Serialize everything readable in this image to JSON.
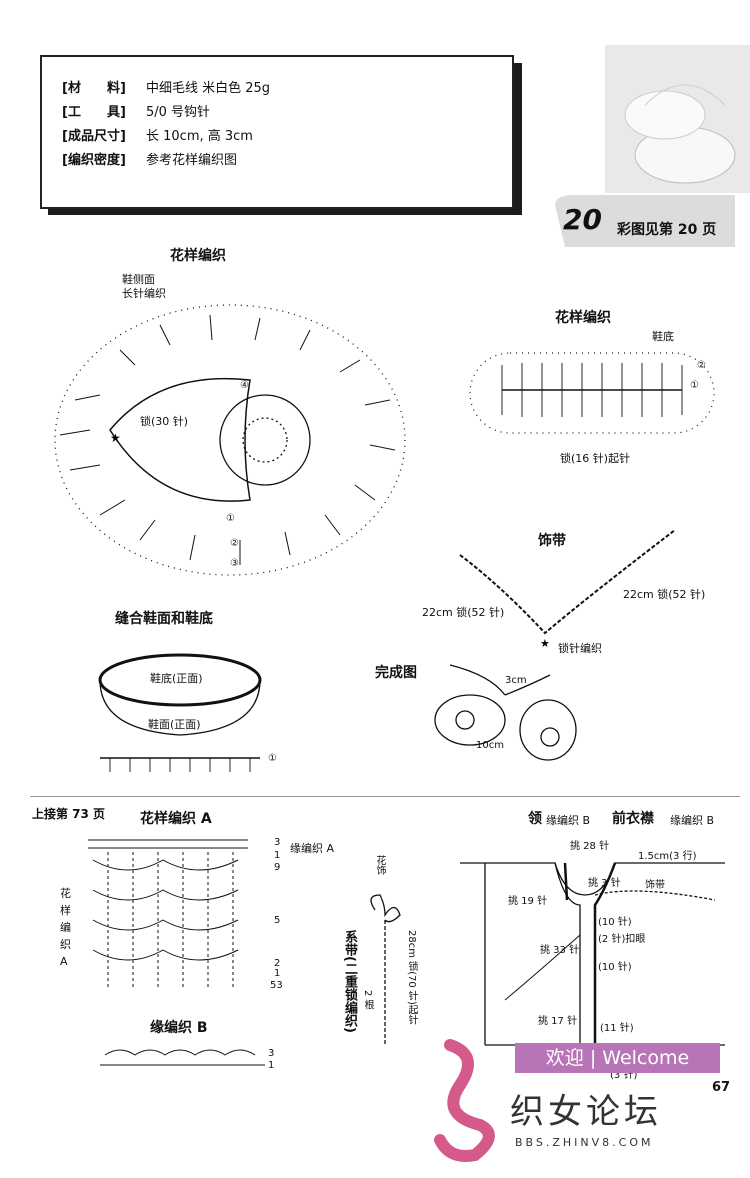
{
  "specs": [
    {
      "key": "[材　　料]",
      "value": "中细毛线  米白色 25g"
    },
    {
      "key": "[工　　具]",
      "value": "5/0 号钩针"
    },
    {
      "key": "[成品尺寸]",
      "value": "长 10cm, 高 3cm"
    },
    {
      "key": "[编织密度]",
      "value": "参考花样编织图"
    }
  ],
  "badge": {
    "number": "20",
    "text": "彩图见第 20 页"
  },
  "upper": {
    "title": "花样编织",
    "side_label": "鞋侧面\n长针编织",
    "chain_label": "锁(30 针)",
    "rounds": [
      "①",
      "②",
      "③",
      "④"
    ]
  },
  "sole": {
    "title": "花样编织",
    "label": "鞋底",
    "start_label": "锁(16 针)起针",
    "rounds": [
      "①",
      "②"
    ]
  },
  "strap": {
    "title": "饰带",
    "left_label": "22cm 锁(52 针)",
    "right_label": "22cm 锁(52 针)",
    "bottom_label": "锁针编织"
  },
  "sew": {
    "title": "缝合鞋面和鞋底",
    "top_label": "鞋底(正面)",
    "bottom_label": "鞋面(正面)",
    "round": "①"
  },
  "finished": {
    "title": "完成图",
    "height_label": "3cm",
    "length_label": "10cm"
  },
  "continued": "上接第 73 页",
  "pattern_a": {
    "title": "花样编织 A",
    "border_label": "缘编织 A",
    "side_label": "花\n样\n编\n织\nA",
    "rows": [
      "3",
      "1",
      "9",
      "5",
      "2",
      "1",
      "53"
    ]
  },
  "edge_b": {
    "title": "缘编织 B",
    "rows": [
      "3",
      "1"
    ]
  },
  "tie": {
    "label": "系带(二重锁编织)",
    "flower": "花饰",
    "chain": "28cm 锁(70 针)起针",
    "count": "2 根"
  },
  "collar": {
    "title_collar": "领",
    "title_collar_sub": "缘编织 B",
    "title_front": "前衣襟",
    "title_front_sub": "缘编织 B",
    "labels": {
      "pick28": "挑 28 针",
      "width": "1.5cm(3 行)",
      "pick3": "挑 3 针",
      "ornament": "饰带",
      "pick19": "挑 19 针",
      "st10a": "(10 针)",
      "buttonhole": "(2 针)扣眼",
      "pick33": "挑 33 针",
      "st10b": "(10 针)",
      "pick17": "挑 17 针",
      "st11": "(11 针)",
      "st3": "(3 针)"
    }
  },
  "watermark": {
    "welcome": "欢迎 | Welcome",
    "forum": "织女论坛",
    "url": "BBS.ZHINV8.COM"
  },
  "page_number": "67",
  "colors": {
    "welcome_bg": "#b774b6",
    "logo": "#d45a8c"
  }
}
